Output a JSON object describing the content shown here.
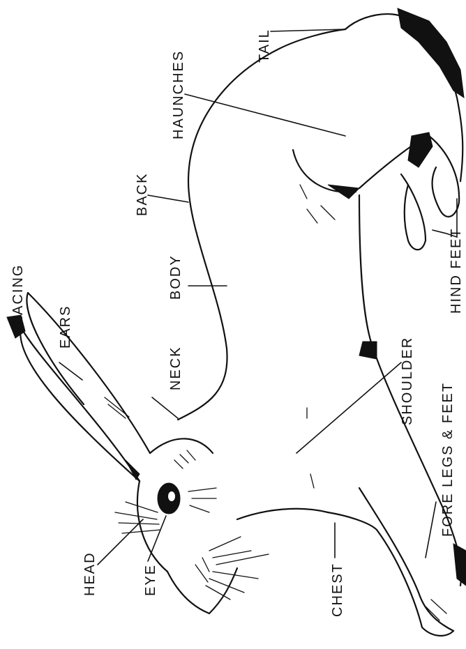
{
  "labels": {
    "lacing": "LACING",
    "ears": "EARS",
    "neck": "NECK",
    "body": "BODY",
    "back": "BACK",
    "haunches": "HAUNCHES",
    "tail": "TAIL",
    "shoulder": "SHOULDER",
    "fore_legs_feet": "FORE LEGS & FEET",
    "hind_feet": "HIND FEET",
    "chest": "CHEST",
    "eye": "EYE",
    "head": "HEAD"
  }
}
